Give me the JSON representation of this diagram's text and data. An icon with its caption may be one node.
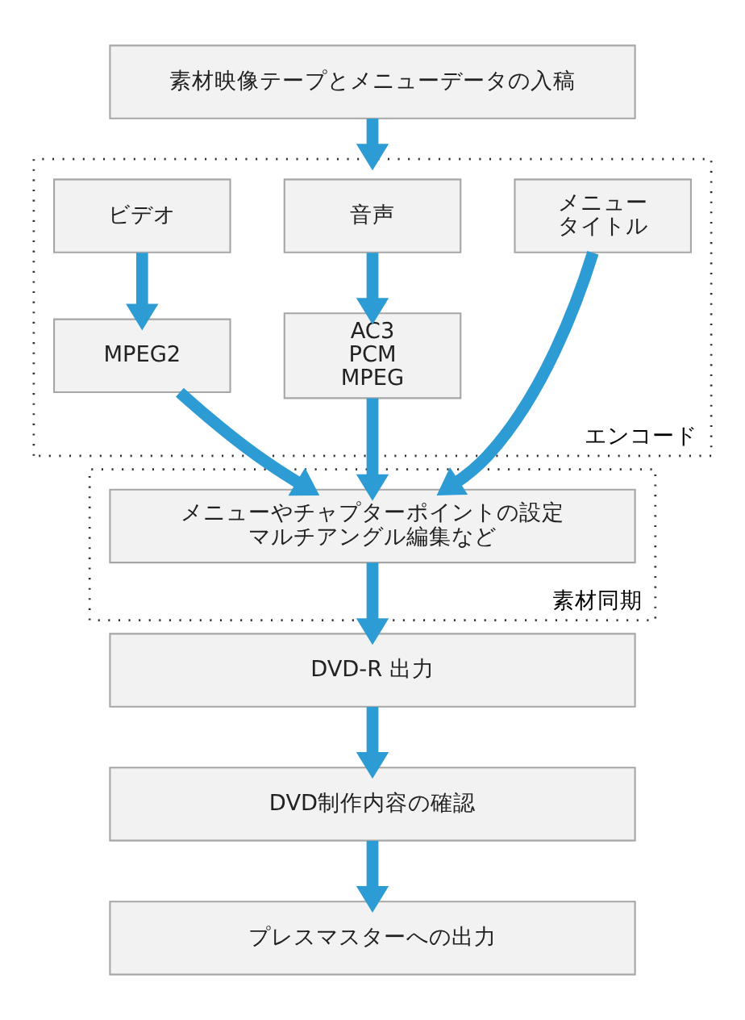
{
  "diagram": {
    "nodes": [
      {
        "text": [
          "素材映像テープとメニューデータの入稿"
        ]
      },
      {
        "text": [
          "エンコード"
        ]
      },
      {
        "text": [
          "ビデオ"
        ],
        "in": 1
      },
      {
        "text": [
          "音声"
        ],
        "in": 1
      },
      {
        "text": [
          "メニュータイトル"
        ],
        "in": 1
      },
      {
        "text": [
          "MPEG2"
        ],
        "in": 1
      },
      {
        "text": [
          "AC3 PCM MPEG"
        ],
        "in": 1
      },
      {
        "text": [
          "素材同期"
        ]
      },
      {
        "text": [
          "メニューやチャプターポイントの設定マルチアングル編集など"
        ],
        "in": 7
      },
      {
        "text": [
          "DVD-R 出力"
        ]
      },
      {
        "text": [
          "DVD制作内容の確認"
        ]
      },
      {
        "text": [
          "プレスマスターへの出力"
        ]
      }
    ],
    "edges": [
      {
        "from": 0,
        "to": 1,
        "arrow": "to"
      },
      {
        "from": 2,
        "to": 5,
        "arrow": "to"
      },
      {
        "from": 3,
        "to": 6,
        "arrow": "to"
      },
      {
        "from": 5,
        "to": 8,
        "arrow": "to"
      },
      {
        "from": 6,
        "to": 8,
        "arrow": "to"
      },
      {
        "from": 4,
        "to": 8,
        "arrow": "to"
      },
      {
        "from": 8,
        "to": 9,
        "arrow": "to"
      },
      {
        "from": 9,
        "to": 10,
        "arrow": "to"
      },
      {
        "from": 10,
        "to": 11,
        "arrow": "to"
      }
    ]
  }
}
